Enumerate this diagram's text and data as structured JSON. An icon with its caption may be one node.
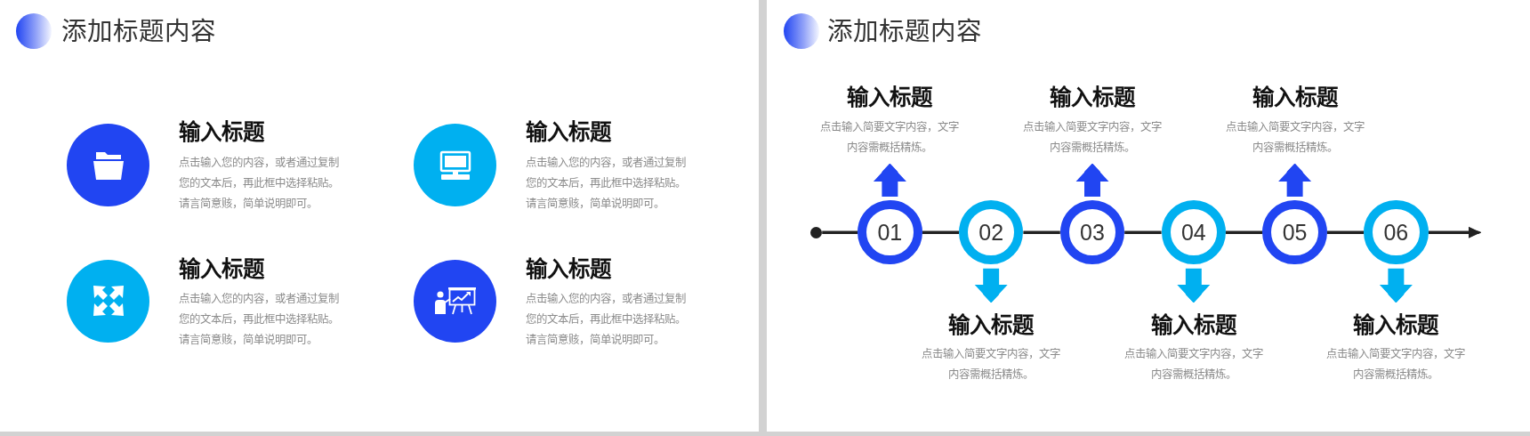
{
  "diagram": {
    "title": "添加标题内容",
    "nodes": [
      {
        "text": [],
        "shape": "circle",
        "beside": [
          "输入标题",
          "点击输入您的内容，或者通过复制您的文本后，再此框中选择粘贴。请言简意赅，简单说明即可。"
        ]
      },
      {
        "text": [],
        "shape": "circle",
        "beside": [
          "输入标题",
          "点击输入您的内容，或者通过复制您的文本后，再此框中选择粘贴。请言简意赅，简单说明即可。"
        ]
      },
      {
        "text": [],
        "shape": "circle",
        "beside": [
          "输入标题",
          "点击输入您的内容，或者通过复制您的文本后，再此框中选择粘贴。请言简意赅，简单说明即可。"
        ]
      },
      {
        "text": [],
        "shape": "circle",
        "beside": [
          "输入标题",
          "点击输入您的内容，或者通过复制您的文本后，再此框中选择粘贴。请言简意赅，简单说明即可。"
        ]
      },
      {
        "text": [],
        "shape": "circle"
      },
      {
        "text": [
          "01"
        ]
      },
      {
        "text": [
          "02"
        ]
      },
      {
        "text": [
          "03"
        ]
      },
      {
        "text": [
          "04"
        ]
      },
      {
        "text": [
          "05"
        ]
      },
      {
        "text": [
          "06"
        ]
      },
      {
        "text": [
          "输入标题",
          "点击输入简要文字内容，文字内容需概括精炼。"
        ]
      },
      {
        "text": [
          "输入标题",
          "点击输入简要文字内容，文字内容需概括精炼。"
        ]
      },
      {
        "text": [
          "输入标题",
          "点击输入简要文字内容，文字内容需概括精炼。"
        ]
      },
      {
        "text": [
          "输入标题",
          "点击输入简要文字内容，文字内容需概括精炼。"
        ]
      },
      {
        "text": [
          "输入标题",
          "点击输入简要文字内容，文字内容需概括精炼。"
        ]
      },
      {
        "text": [
          "输入标题",
          "点击输入简要文字内容，文字内容需概括精炼。"
        ]
      }
    ],
    "edges": [
      {
        "from": 4,
        "to": 5,
        "arrow": "none"
      },
      {
        "from": 5,
        "to": 6,
        "arrow": "none"
      },
      {
        "from": 6,
        "to": 7,
        "arrow": "none"
      },
      {
        "from": 7,
        "to": 8,
        "arrow": "none"
      },
      {
        "from": 8,
        "to": 9,
        "arrow": "none"
      },
      {
        "from": 9,
        "to": 10,
        "arrow": "none"
      },
      {
        "from": 10,
        "to": null,
        "arrow": "to"
      },
      {
        "from": 5,
        "to": 11,
        "arrow": "to",
        "style": "thick",
        "color": "#2145f2"
      },
      {
        "from": 6,
        "to": 12,
        "arrow": "to",
        "style": "thick",
        "color": "#00b0f0"
      },
      {
        "from": 7,
        "to": 13,
        "arrow": "to",
        "style": "thick",
        "color": "#2145f2"
      },
      {
        "from": 8,
        "to": 14,
        "arrow": "to",
        "style": "thick",
        "color": "#00b0f0"
      },
      {
        "from": 9,
        "to": 15,
        "arrow": "to",
        "style": "thick",
        "color": "#2145f2"
      },
      {
        "from": 10,
        "to": 16,
        "arrow": "to",
        "style": "thick",
        "color": "#00b0f0"
      }
    ],
    "labels": [
      "添加标题内容"
    ]
  }
}
